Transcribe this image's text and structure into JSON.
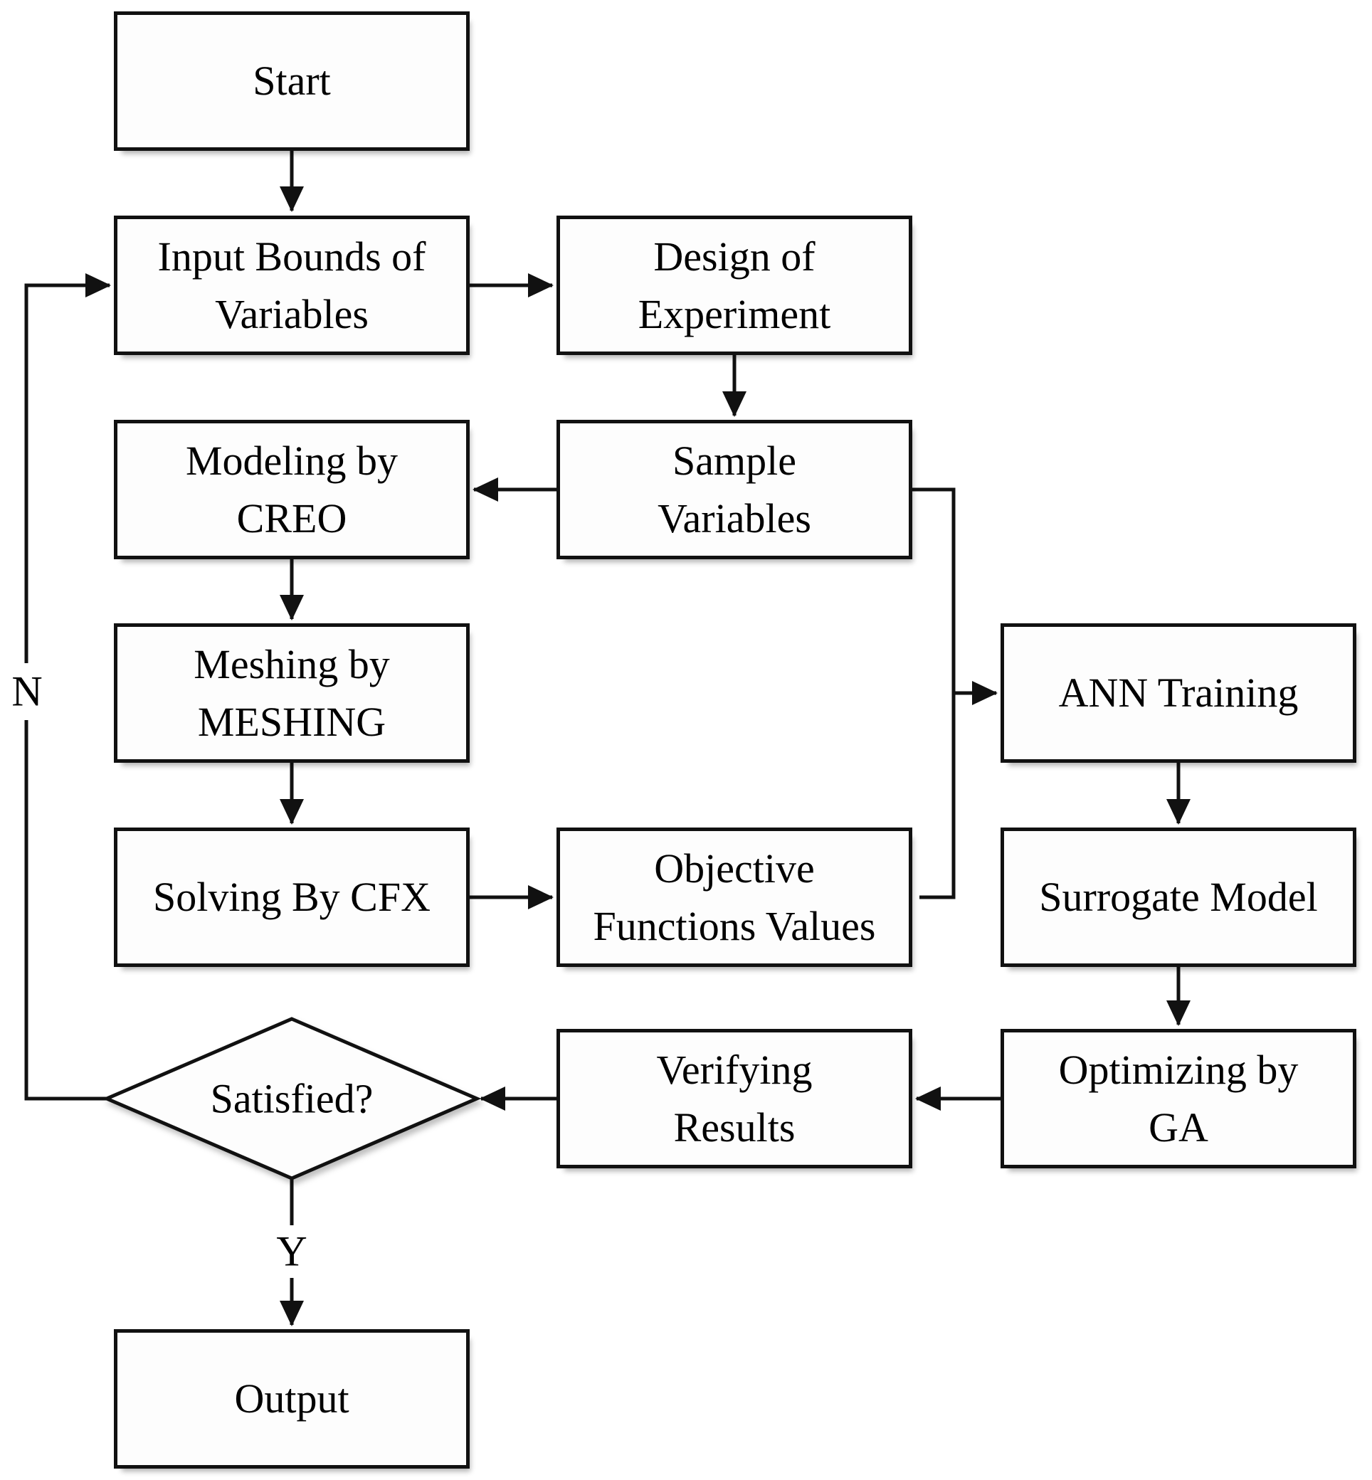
{
  "diagram": {
    "background_color": "#ffffff",
    "stroke_color": "#111111",
    "box_fill_color": "#fdfdfd",
    "nodes": {
      "start": {
        "label": "Start",
        "shape": "rect"
      },
      "input_bounds": {
        "label": "Input Bounds of\nVariables",
        "shape": "rect"
      },
      "design_of_experiment": {
        "label": "Design of\nExperiment",
        "shape": "rect"
      },
      "modeling_creo": {
        "label": "Modeling by\nCREO",
        "shape": "rect"
      },
      "sample_variables": {
        "label": "Sample\nVariables",
        "shape": "rect"
      },
      "meshing": {
        "label": "Meshing by\nMESHING",
        "shape": "rect"
      },
      "ann_training": {
        "label": "ANN Training",
        "shape": "rect"
      },
      "solving_cfx": {
        "label": "Solving By CFX",
        "shape": "rect"
      },
      "objective_values": {
        "label": "Objective\nFunctions Values",
        "shape": "rect"
      },
      "surrogate_model": {
        "label": "Surrogate Model",
        "shape": "rect"
      },
      "optimizing_ga": {
        "label": "Optimizing by\nGA",
        "shape": "rect"
      },
      "verifying_results": {
        "label": "Verifying\nResults",
        "shape": "rect"
      },
      "satisfied": {
        "label": "Satisfied?",
        "shape": "diamond"
      },
      "output": {
        "label": "Output",
        "shape": "rect"
      }
    },
    "edge_labels": {
      "yes": "Y",
      "no": "N"
    },
    "edges": [
      {
        "from": "start",
        "to": "input_bounds"
      },
      {
        "from": "input_bounds",
        "to": "design_of_experiment"
      },
      {
        "from": "design_of_experiment",
        "to": "sample_variables"
      },
      {
        "from": "sample_variables",
        "to": "modeling_creo"
      },
      {
        "from": "modeling_creo",
        "to": "meshing"
      },
      {
        "from": "meshing",
        "to": "solving_cfx"
      },
      {
        "from": "solving_cfx",
        "to": "objective_values"
      },
      {
        "from": "sample_variables",
        "to": "ann_training"
      },
      {
        "from": "objective_values",
        "to": "ann_training"
      },
      {
        "from": "ann_training",
        "to": "surrogate_model"
      },
      {
        "from": "surrogate_model",
        "to": "optimizing_ga"
      },
      {
        "from": "optimizing_ga",
        "to": "verifying_results"
      },
      {
        "from": "verifying_results",
        "to": "satisfied"
      },
      {
        "from": "satisfied",
        "to": "output",
        "label": "Y"
      },
      {
        "from": "satisfied",
        "to": "input_bounds",
        "label": "N"
      }
    ]
  }
}
